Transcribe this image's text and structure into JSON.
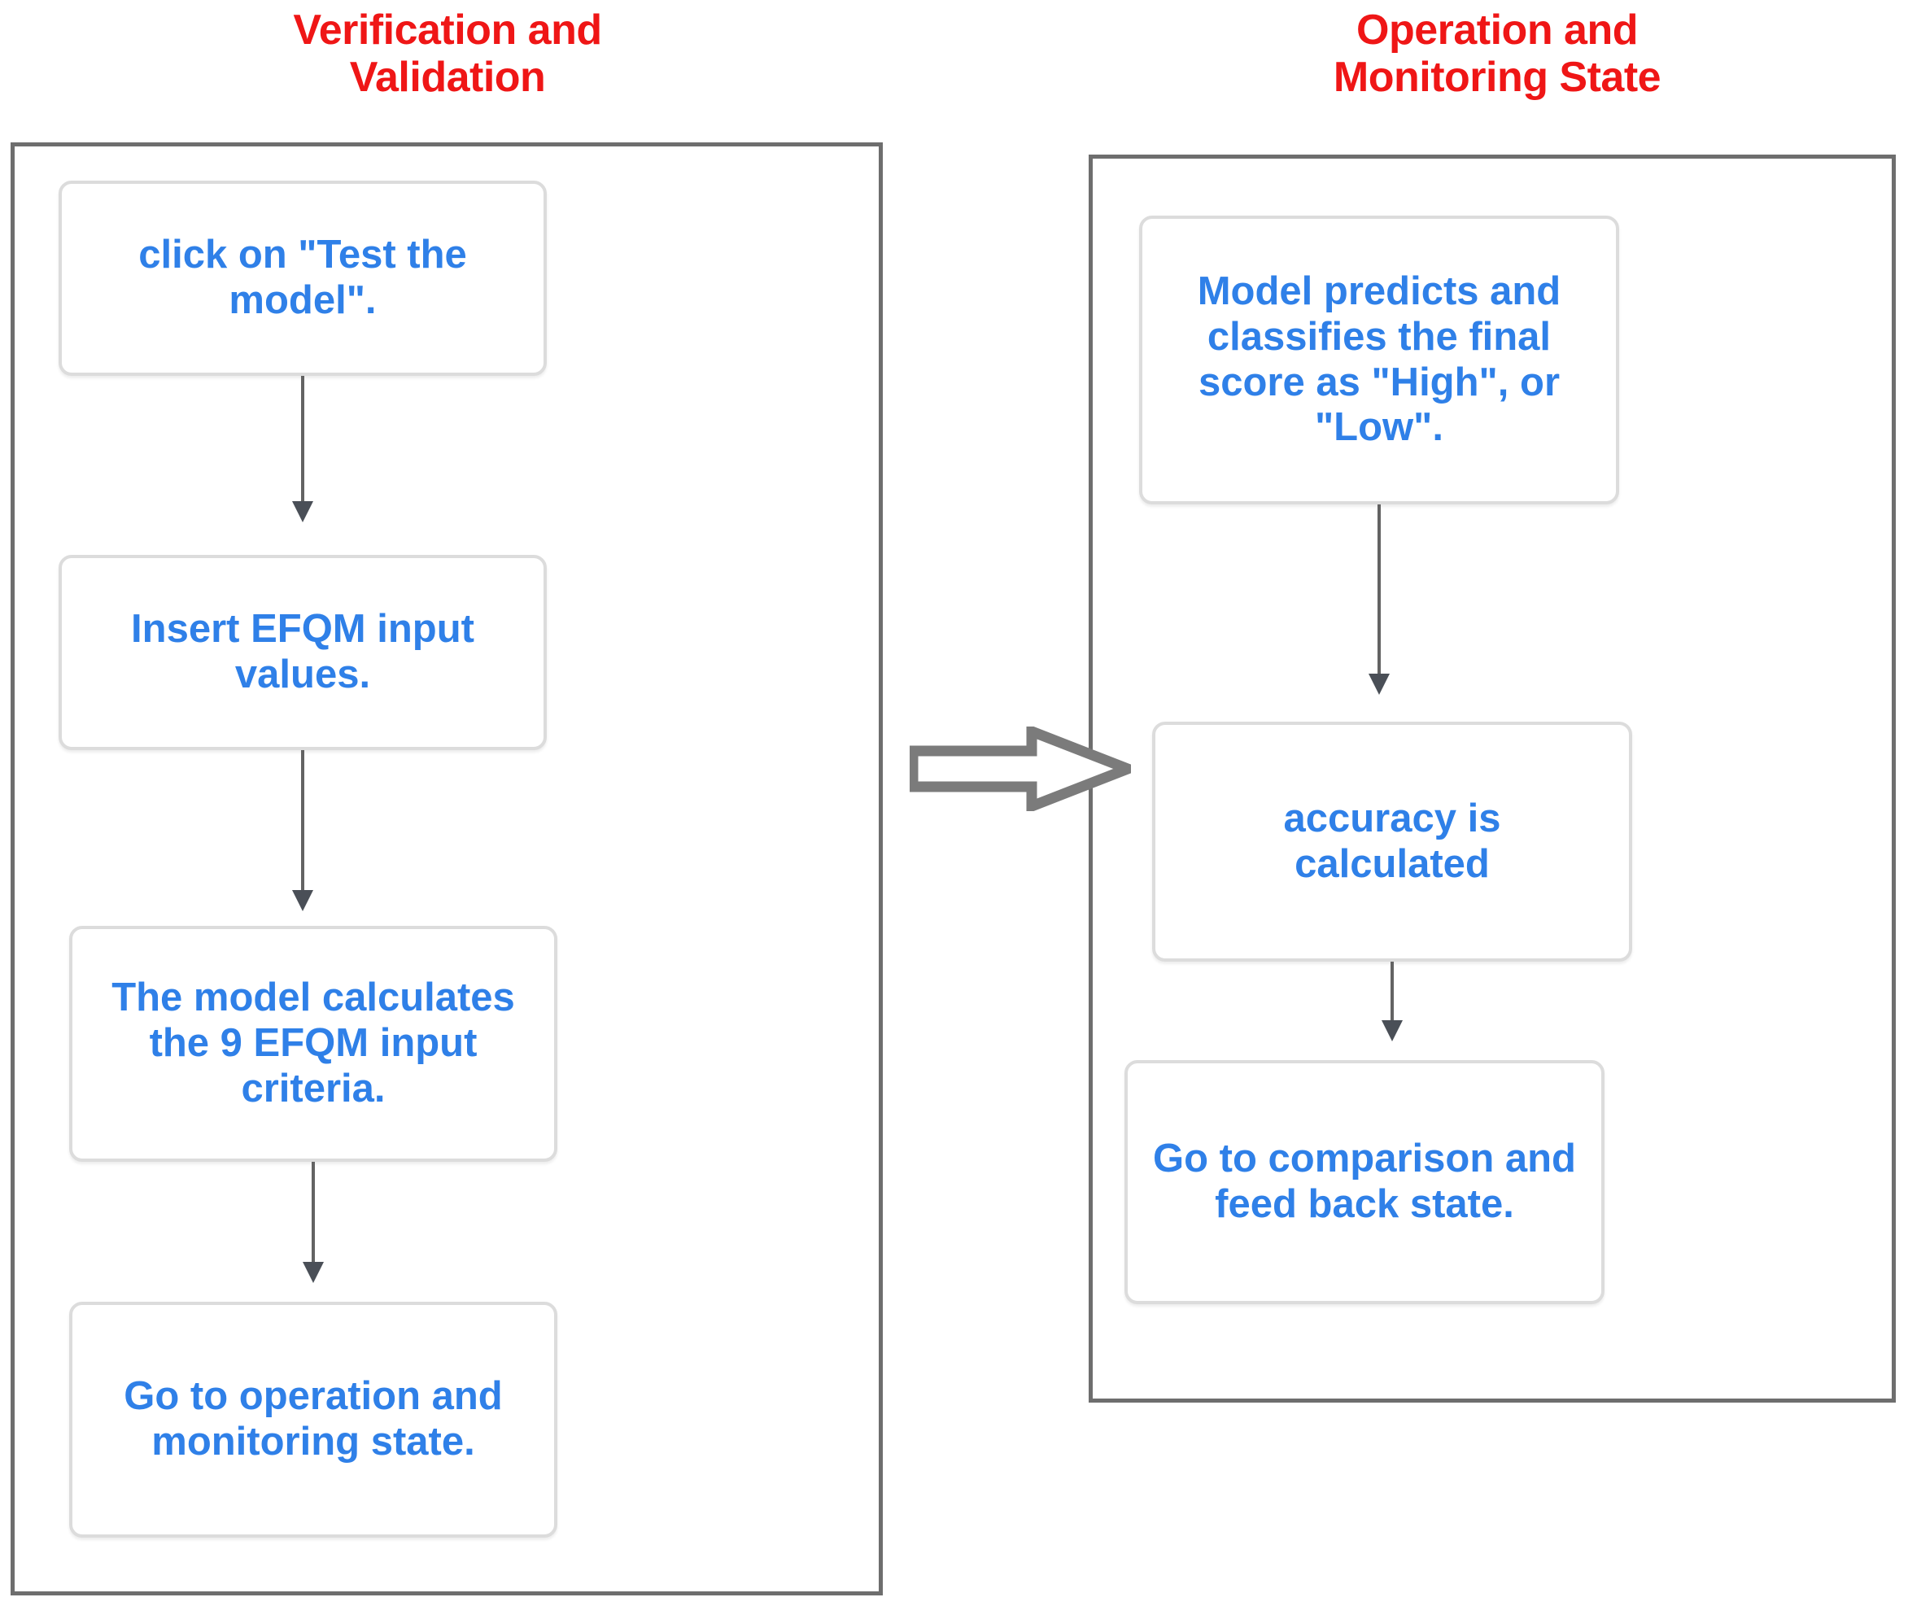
{
  "diagram": {
    "type": "flowchart",
    "title_color": "#ef1616",
    "box_text_color": "#2f80e8",
    "container_border_color": "#6e6e6e",
    "box_border_color": "#dcdcdc",
    "connector_color": "#636363"
  },
  "columns": [
    {
      "id": "verification-and-validation",
      "title": "Verification and\nValidation",
      "steps": [
        {
          "id": "step-click-test-model",
          "text": "click on \"Test the\nmodel\"."
        },
        {
          "id": "step-insert-efqm-values",
          "text": "Insert EFQM input values."
        },
        {
          "id": "step-calculate-criteria",
          "text": "The model calculates\nthe 9 EFQM input\ncriteria."
        },
        {
          "id": "step-go-to-operation",
          "text": "Go to operation and\nmonitoring state."
        }
      ]
    },
    {
      "id": "operation-and-monitoring-state",
      "title": "Operation and\nMonitoring State",
      "steps": [
        {
          "id": "step-model-predicts",
          "text": "Model predicts and\nclassifies the final\nscore as \"High\", or\n\"Low\"."
        },
        {
          "id": "step-accuracy-calculated",
          "text": "accuracy is\ncalculated"
        },
        {
          "id": "step-go-to-comparison",
          "text": "Go to comparison and\nfeed back state."
        }
      ]
    }
  ],
  "connectors": {
    "between_states": {
      "id": "state-transition-arrow",
      "direction": "right",
      "from": "verification-and-validation",
      "to": "operation-and-monitoring-state"
    }
  }
}
